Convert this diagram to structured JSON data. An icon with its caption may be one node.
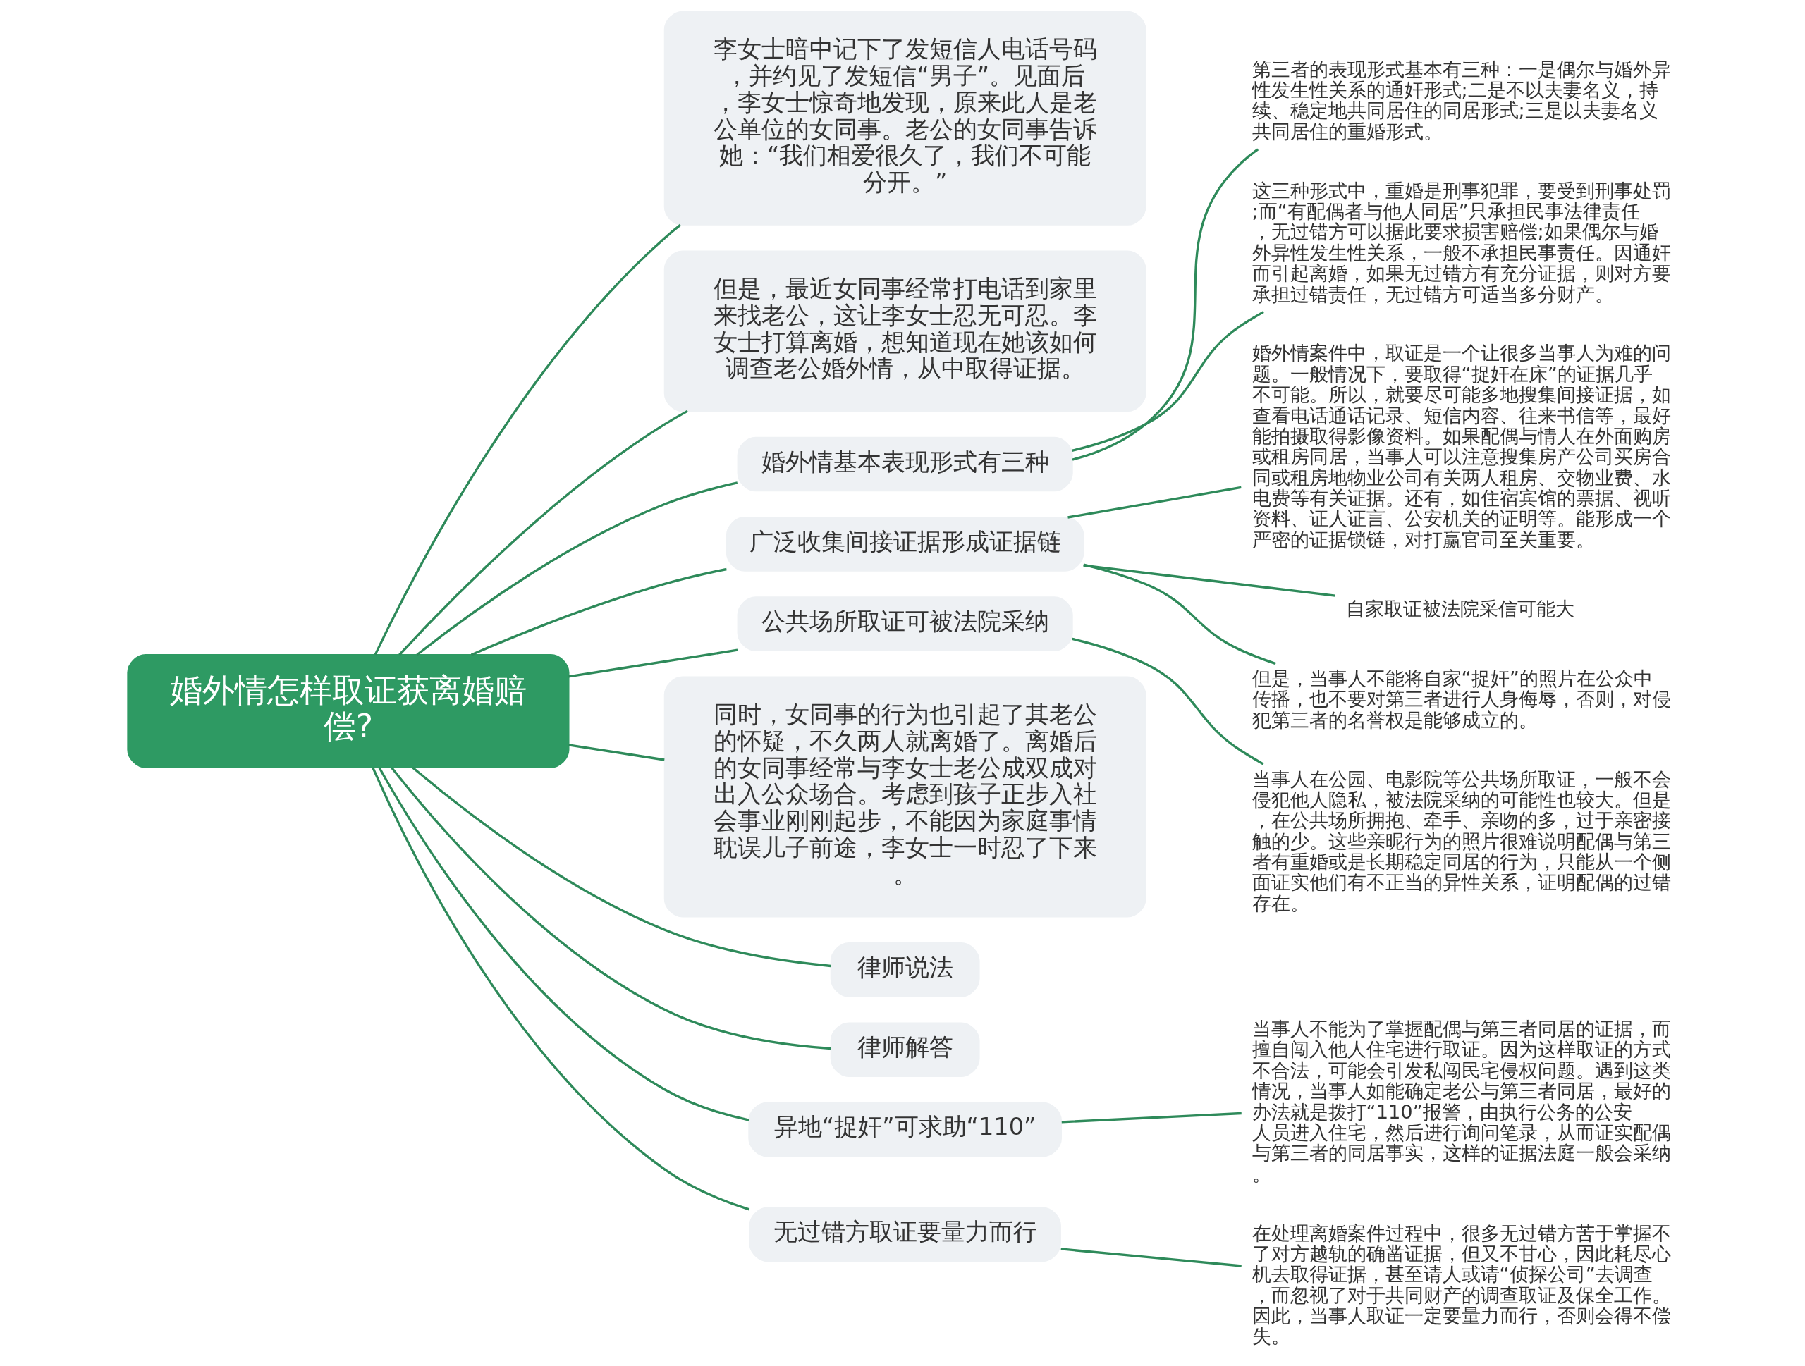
{
  "diagram": {
    "nodes": [
      {
        "text": [
          "婚外情怎样取证获离婚赔偿?"
        ]
      },
      {
        "text": [
          "李女士暗中记下了发短信人电话号码，并约见了发短信“男子”。见面后，李女士惊奇地发现，原来此人是老公单位的女同事。老公的女同事告诉她：“我们相爱很久了，我们不可能分开。”"
        ]
      },
      {
        "text": [
          "但是，最近女同事经常打电话到家里来找老公，这让李女士忍无可忍。李女士打算离婚，想知道现在她该如何调查老公婚外情，从中取得证据。"
        ]
      },
      {
        "text": [
          "婚外情基本表现形式有三种"
        ]
      },
      {
        "text": [
          "第三者的表现形式基本有三种：一是偶尔与婚外异性发生性关系的通奸形式;二是不以夫妻名义，持续、稳定地共同居住的同居形式;三是以夫妻名义共同居住的重婚形式。"
        ]
      },
      {
        "text": [
          "这三种形式中，重婚是刑事犯罪，要受到刑事处罚;而“有配偶者与他人同居”只承担民事法律责任，无过错方可以据此要求损害赔偿;如果偶尔与婚外异性发生性关系，一般不承担民事责任。因通奸而引起离婚，如果无过错方有充分证据，则对方要承担过错责任，无过错方可适当多分财产。"
        ]
      },
      {
        "text": [
          "广泛收集间接证据形成证据链"
        ]
      },
      {
        "text": [
          "婚外情案件中，取证是一个让很多当事人为难的问题。一般情况下，要取得“捉奸在床”的证据几乎不可能。所以，就要尽可能多地搜集间接证据，如查看电话通话记录、短信内容、往来书信等，最好能拍摄取得影像资料。如果配偶与情人在外面购房或租房同居，当事人可以注意搜集房产公司买房合同或租房地物业公司有关两人租房、交物业费、水电费等有关证据。还有，如住宿宾馆的票据、视听资料、证人证言、公安机关的证明等。能形成一个严密的证据锁链，对打赢官司至关重要。"
        ]
      },
      {
        "text": [
          "自家取证被法院采信可能大"
        ]
      },
      {
        "text": [
          "但是，当事人不能将自家“捉奸”的照片在公众中传播，也不要对第三者进行人身侮辱，否则，对侵犯第三者的名誉权是能够成立的。"
        ]
      },
      {
        "text": [
          "公共场所取证可被法院采纳"
        ]
      },
      {
        "text": [
          "当事人在公园、电影院等公共场所取证，一般不会侵犯他人隐私，被法院采纳的可能性也较大。但是，在公共场所拥抱、牵手、亲吻的多，过于亲密接触的少。这些亲昵行为的照片很难说明配偶与第三者有重婚或是长期稳定同居的行为，只能从一个侧面证实他们有不正当的异性关系，证明配偶的过错存在。"
        ]
      },
      {
        "text": [
          "同时，女同事的行为也引起了其老公的怀疑，不久两人就离婚了。离婚后的女同事经常与李女士老公成双成对出入公众场合。考虑到孩子正步入社会事业刚刚起步，不能因为家庭事情耽误儿子前途，李女士一时忍了下来。"
        ]
      },
      {
        "text": [
          "律师说法"
        ]
      },
      {
        "text": [
          "律师解答"
        ]
      },
      {
        "text": [
          "异地“捉奸”可求助“110”"
        ]
      },
      {
        "text": [
          "当事人不能为了掌握配偶与第三者同居的证据，而擅自闯入他人住宅进行取证。因为这样取证的方式不合法，可能会引发私闯民宅侵权问题。遇到这类情况，当事人如能确定老公与第三者同居，最好的办法就是拨打“110”报警，由执行公务的公安人员进入住宅，然后进行询问笔录，从而证实配偶与第三者的同居事实，这样的证据法庭一般会采纳。"
        ]
      },
      {
        "text": [
          "无过错方取证要量力而行"
        ]
      },
      {
        "text": [
          "在处理离婚案件过程中，很多无过错方苦于掌握不了对方越轨的确凿证据，但又不甘心，因此耗尽心机去取得证据，甚至请人或请“侦探公司”去调查，而忽视了对于共同财产的调查取证及保全工作。因此，当事人取证一定要量力而行，否则会得不偿失。"
        ]
      }
    ],
    "edges": [
      {
        "from": 0,
        "to": 1,
        "arrow": "none"
      },
      {
        "from": 0,
        "to": 2,
        "arrow": "none"
      },
      {
        "from": 0,
        "to": 3,
        "arrow": "none"
      },
      {
        "from": 3,
        "to": 4,
        "arrow": "none"
      },
      {
        "from": 3,
        "to": 5,
        "arrow": "none"
      },
      {
        "from": 0,
        "to": 6,
        "arrow": "none"
      },
      {
        "from": 6,
        "to": 7,
        "arrow": "none"
      },
      {
        "from": 6,
        "to": 8,
        "arrow": "none"
      },
      {
        "from": 6,
        "to": 9,
        "arrow": "none"
      },
      {
        "from": 0,
        "to": 10,
        "arrow": "none"
      },
      {
        "from": 10,
        "to": 11,
        "arrow": "none"
      },
      {
        "from": 0,
        "to": 12,
        "arrow": "none"
      },
      {
        "from": 0,
        "to": 13,
        "arrow": "none"
      },
      {
        "from": 0,
        "to": 14,
        "arrow": "none"
      },
      {
        "from": 0,
        "to": 15,
        "arrow": "none"
      },
      {
        "from": 15,
        "to": 16,
        "arrow": "none"
      },
      {
        "from": 0,
        "to": 17,
        "arrow": "none"
      },
      {
        "from": 17,
        "to": 18,
        "arrow": "none"
      }
    ]
  }
}
